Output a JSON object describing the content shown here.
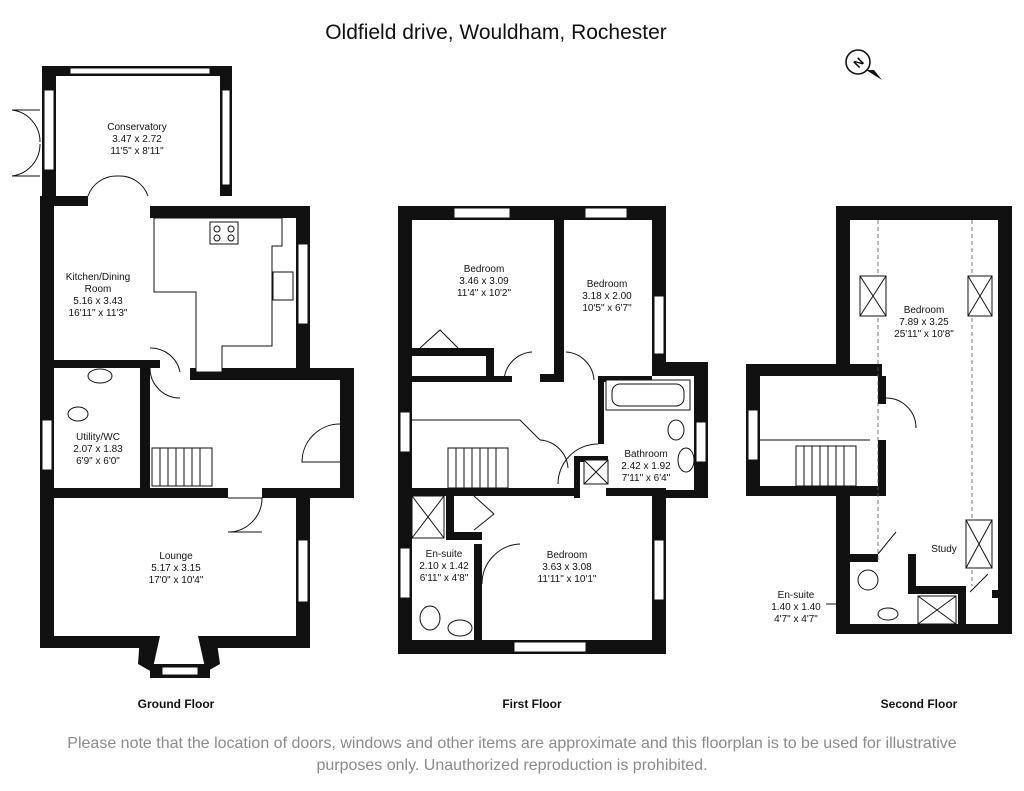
{
  "title": "Oldfield drive, Wouldham, Rochester",
  "compass_icon": "north-arrow-icon",
  "floors": [
    {
      "label": "Ground Floor",
      "rooms": [
        {
          "name": "Conservatory",
          "metric": "3.47 x 2.72",
          "imperial": "11'5\" x 8'11\""
        },
        {
          "name": "Kitchen/Dining",
          "name2": "Room",
          "metric": "5.16 x 3.43",
          "imperial": "16'11\" x 11'3\""
        },
        {
          "name": "Utility/WC",
          "metric": "2.07 x 1.83",
          "imperial": "6'9\" x 6'0\""
        },
        {
          "name": "Lounge",
          "metric": "5.17 x 3.15",
          "imperial": "17'0\" x 10'4\""
        }
      ]
    },
    {
      "label": "First Floor",
      "rooms": [
        {
          "name": "Bedroom",
          "metric": "3.46 x 3.09",
          "imperial": "11'4\" x 10'2\""
        },
        {
          "name": "Bedroom",
          "metric": "3.18 x 2.00",
          "imperial": "10'5\" x 6'7\""
        },
        {
          "name": "Bathroom",
          "metric": "2.42 x 1.92",
          "imperial": "7'11\" x 6'4\""
        },
        {
          "name": "En-suite",
          "metric": "2.10 x 1.42",
          "imperial": "6'11\" x 4'8\""
        },
        {
          "name": "Bedroom",
          "metric": "3.63 x 3.08",
          "imperial": "11'11\" x 10'1\""
        }
      ]
    },
    {
      "label": "Second Floor",
      "rooms": [
        {
          "name": "Bedroom",
          "metric": "7.89 x 3.25",
          "imperial": "25'11\" x 10'8\""
        },
        {
          "name": "Study"
        },
        {
          "name": "En-suite",
          "metric": "1.40 x 1.40",
          "imperial": "4'7\" x 4'7\""
        }
      ]
    }
  ],
  "disclaimer": {
    "line1": "Please note that the location of doors, windows and other items are approximate and this floorplan is to be used for illustrative",
    "line2": "purposes only. Unauthorized reproduction is prohibited."
  }
}
